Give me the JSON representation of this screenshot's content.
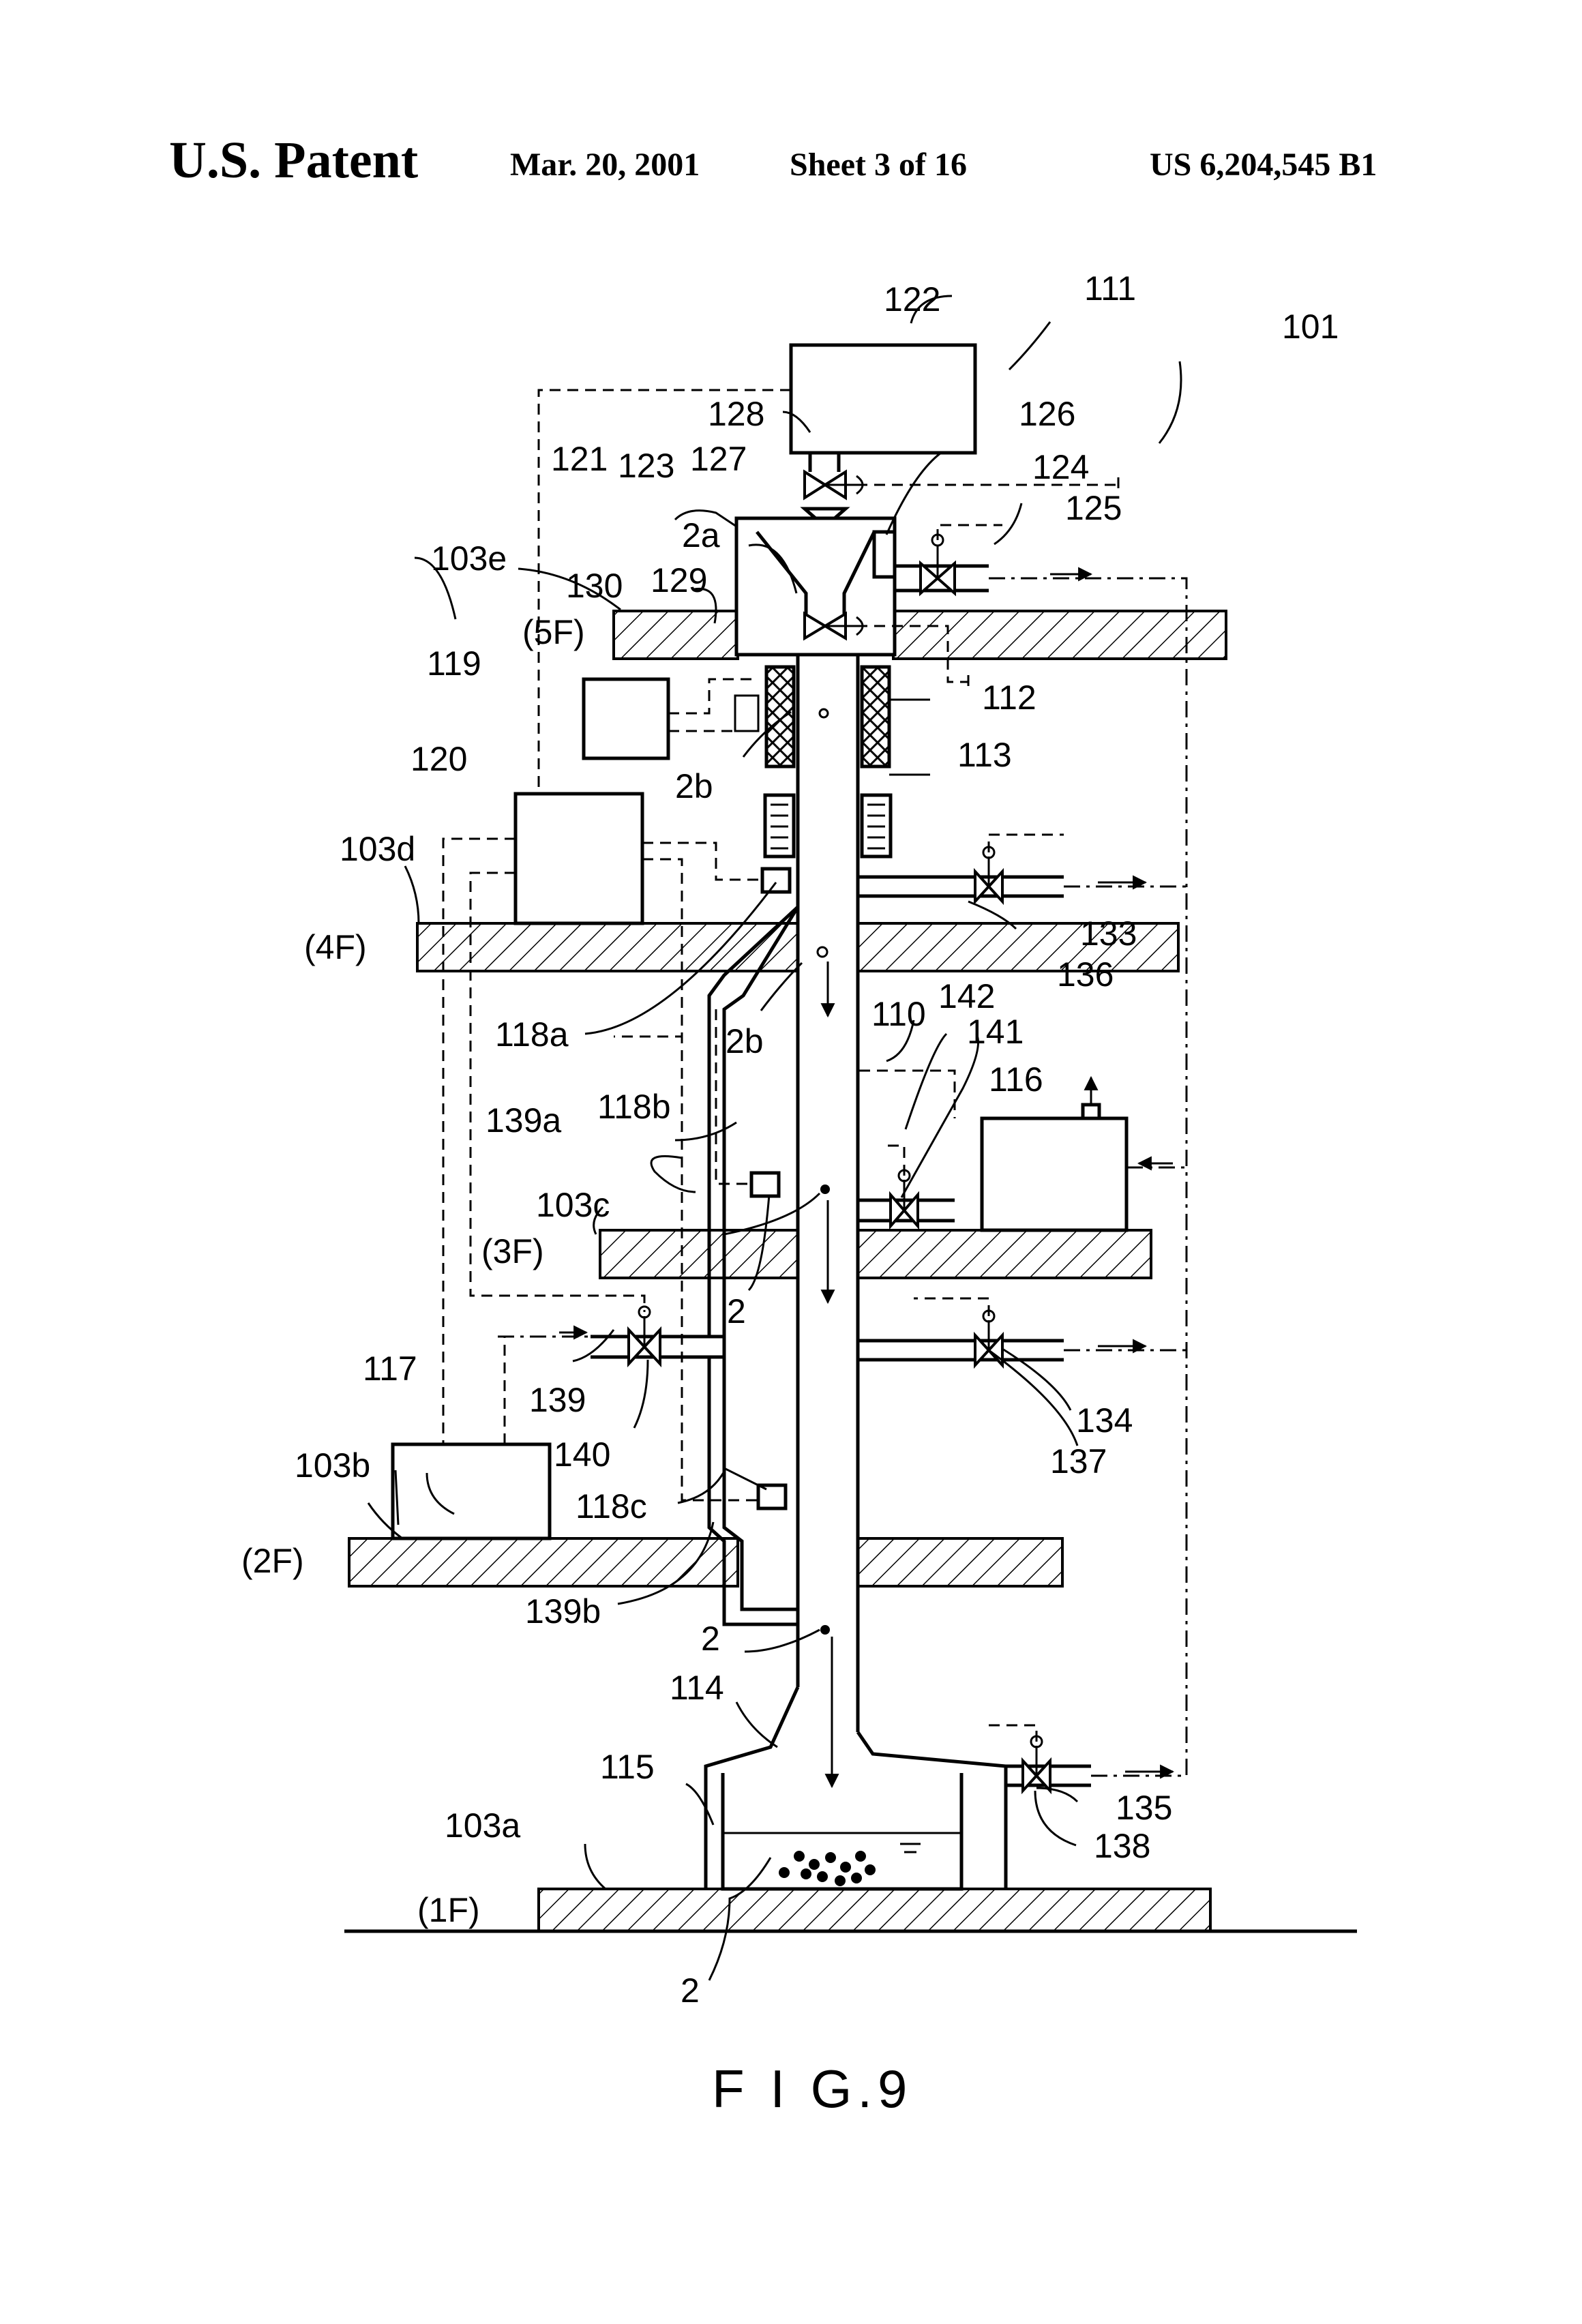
{
  "header": {
    "left": "U.S. Patent",
    "date": "Mar. 20, 2001",
    "sheet": "Sheet 3 of 16",
    "number": "US 6,204,545 B1"
  },
  "figure": {
    "caption": "F I G.9",
    "floors": {
      "f5": "(5F)",
      "f4": "(4F)",
      "f3": "(3F)",
      "f2": "(2F)",
      "f1": "(1F)"
    },
    "refs": {
      "r101": "101",
      "r111": "111",
      "r122": "122",
      "r128": "128",
      "r126": "126",
      "r121": "121",
      "r123": "123",
      "r127": "127",
      "r124": "124",
      "r125": "125",
      "r2a": "2a",
      "r103e": "103e",
      "r129": "129",
      "r130": "130",
      "r119": "119",
      "r112": "112",
      "r120": "120",
      "r2b_top": "2b",
      "r113": "113",
      "r103d": "103d",
      "r133": "133",
      "r136": "136",
      "r118a": "118a",
      "r2b_mid": "2b",
      "r110": "110",
      "r142": "142",
      "r141": "141",
      "r116": "116",
      "r139a": "139a",
      "r118b": "118b",
      "r103c": "103c",
      "r2_mid": "2",
      "r117": "117",
      "r139": "139",
      "r140": "140",
      "r134": "134",
      "r137": "137",
      "r103b": "103b",
      "r118c": "118c",
      "r139b": "139b",
      "r2_low": "2",
      "r114": "114",
      "r115": "115",
      "r135": "135",
      "r138": "138",
      "r103a": "103a",
      "r2_bottom": "2"
    }
  }
}
